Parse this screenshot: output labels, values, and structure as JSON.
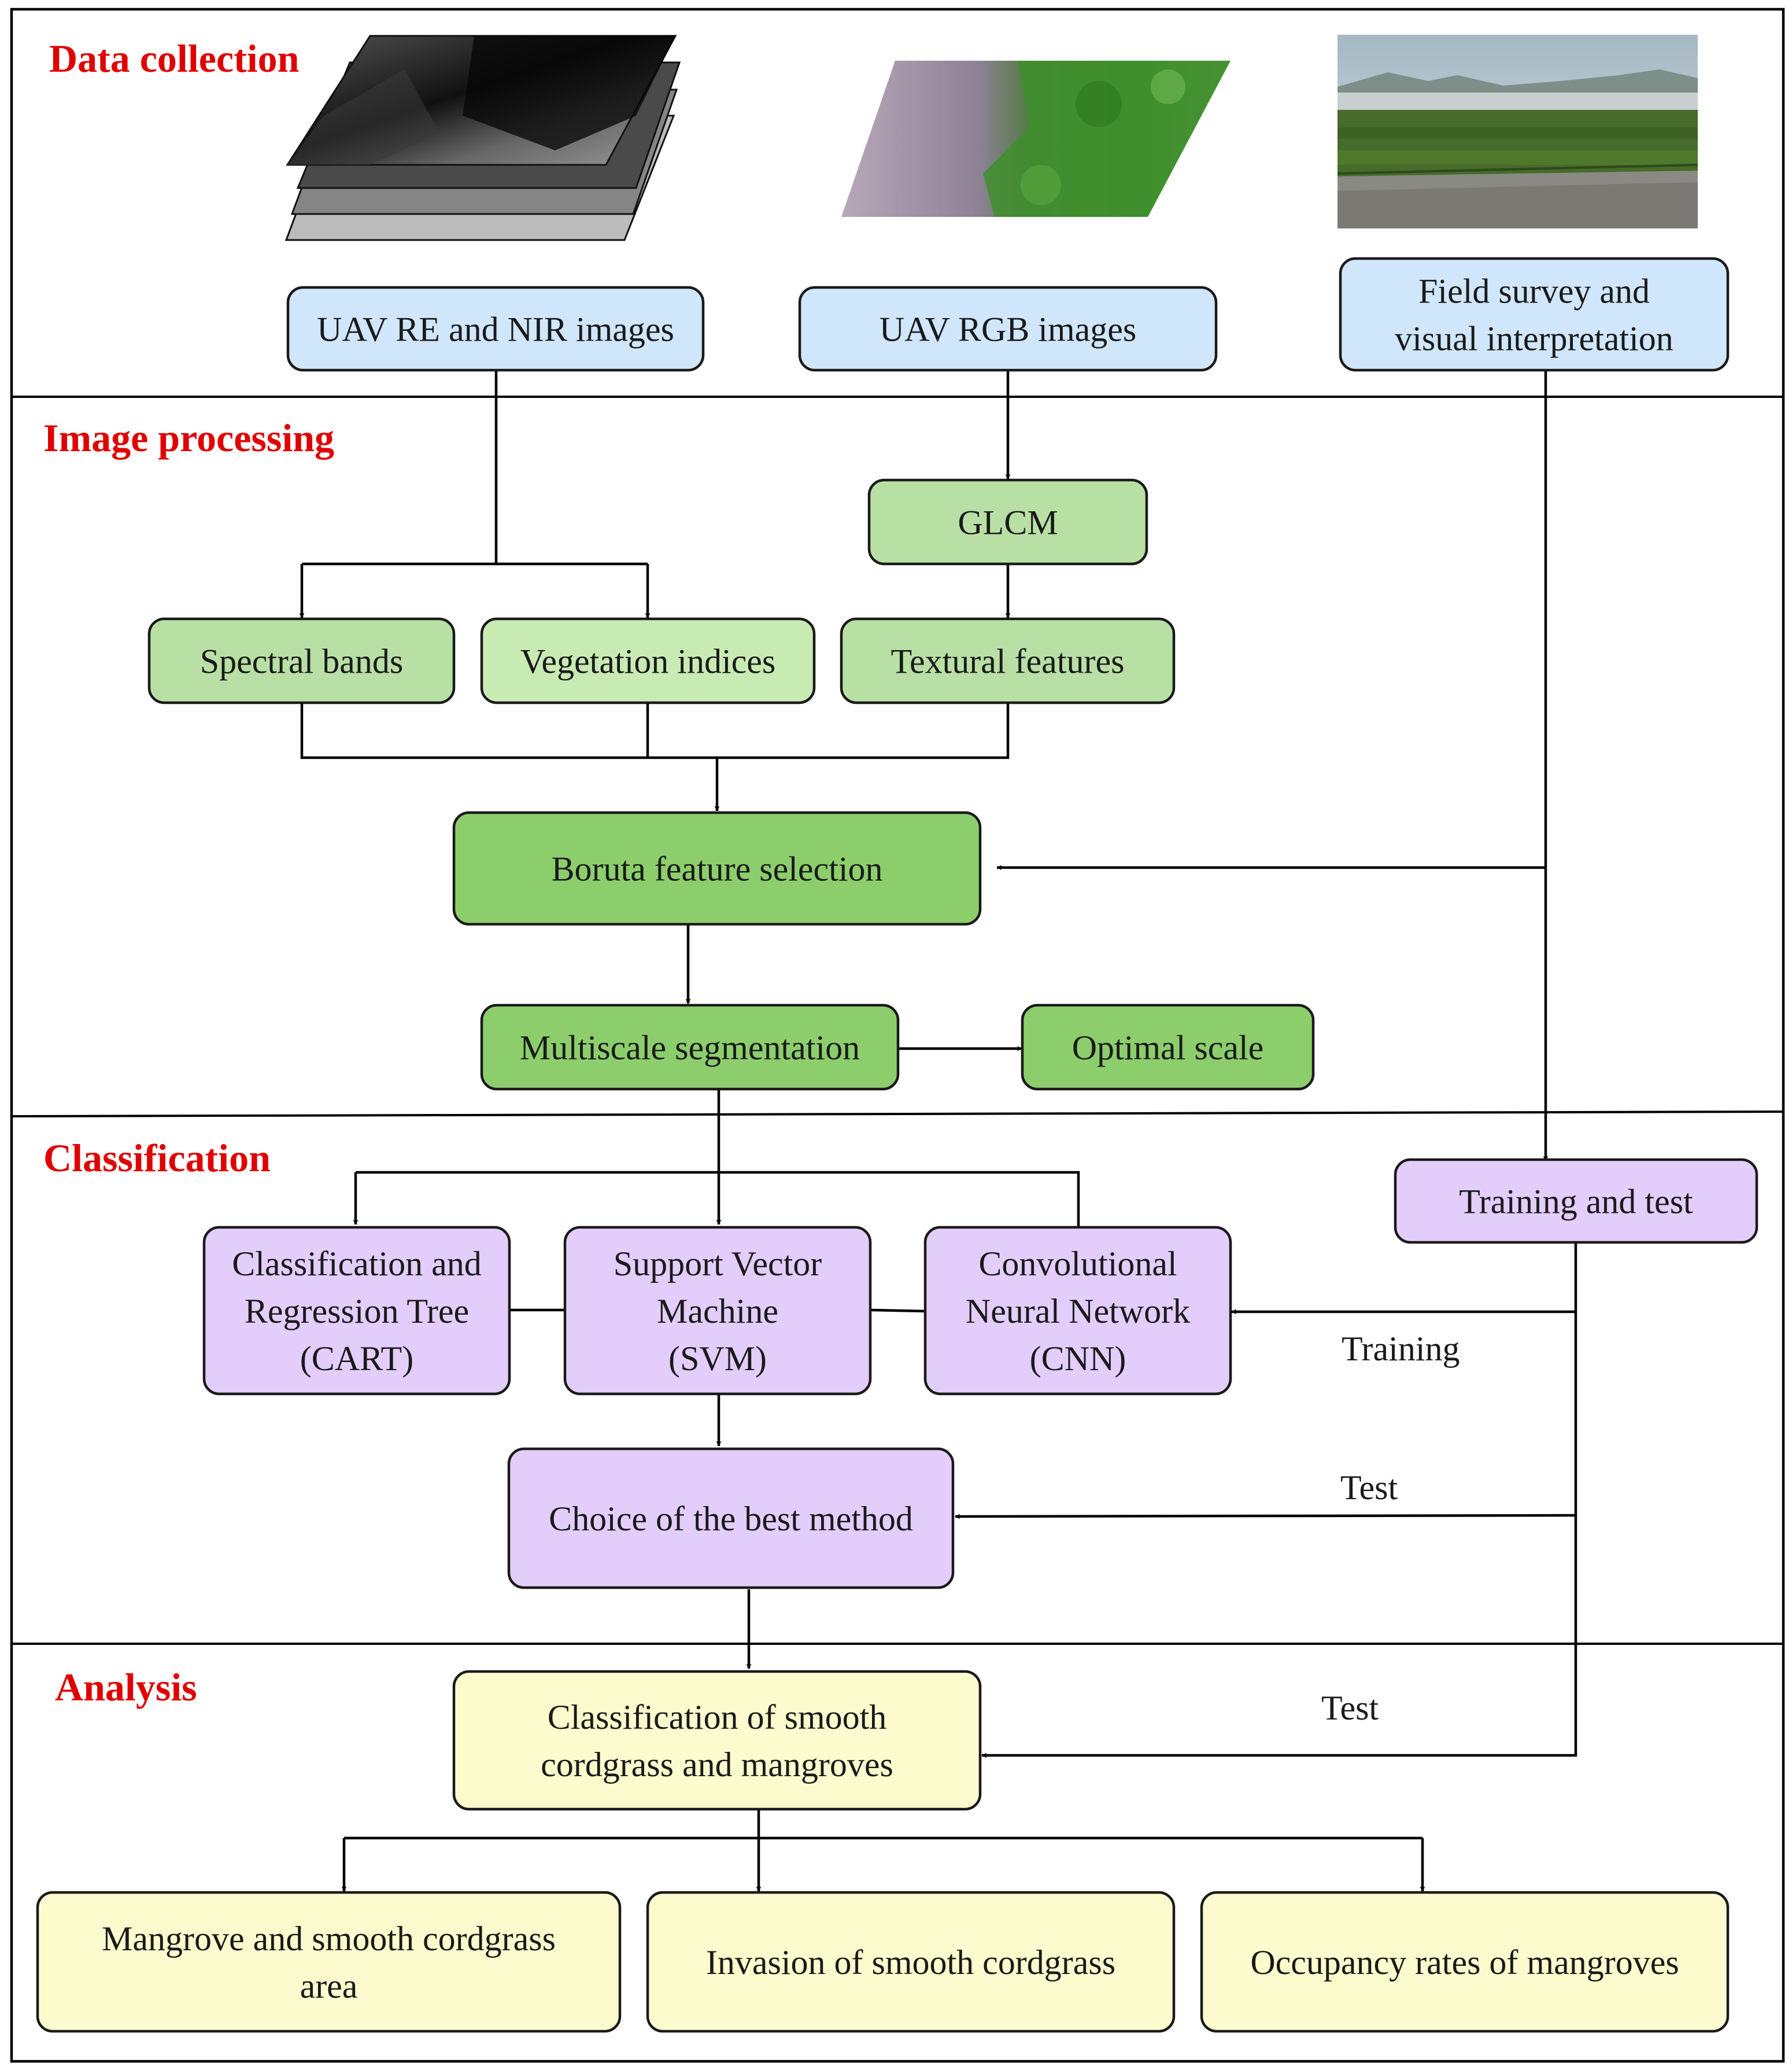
{
  "colors": {
    "section_label": "#e00000",
    "blue": "#cfe6fb",
    "green_light": "#b8e0a4",
    "green_pale": "#c8ebb4",
    "green_mid": "#8cce6c",
    "purple": "#e3cdfb",
    "yellow": "#fcfbcd",
    "stroke": "#1a1a1a"
  },
  "sections": {
    "data_collection": "Data collection",
    "image_processing": "Image processing",
    "classification": "Classification",
    "analysis": "Analysis"
  },
  "nodes": {
    "uav_re_nir": [
      "UAV RE and NIR images"
    ],
    "uav_rgb": [
      "UAV RGB images"
    ],
    "field_survey": [
      "Field survey and",
      "visual interpretation"
    ],
    "glcm": [
      "GLCM"
    ],
    "spectral_bands": [
      "Spectral bands"
    ],
    "vegetation_indices": [
      "Vegetation indices"
    ],
    "textural_features": [
      "Textural features"
    ],
    "boruta": [
      "Boruta feature selection"
    ],
    "multiscale_segmentation": [
      "Multiscale segmentation"
    ],
    "optimal_scale": [
      "Optimal scale"
    ],
    "training_and_test": [
      "Training and test"
    ],
    "cart": [
      "Classification and",
      "Regression Tree",
      "(CART)"
    ],
    "svm": [
      "Support Vector",
      "Machine",
      "(SVM)"
    ],
    "cnn": [
      "Convolutional",
      "Neural Network",
      "(CNN)"
    ],
    "best_method": [
      "Choice of the best method"
    ],
    "classification_result": [
      "Classification of smooth",
      "cordgrass and mangroves"
    ],
    "area": [
      "Mangrove and smooth cordgrass",
      "area"
    ],
    "invasion": [
      "Invasion of smooth cordgrass"
    ],
    "occupancy": [
      "Occupancy rates of mangroves"
    ]
  },
  "edge_labels": {
    "training": "Training",
    "test_1": "Test",
    "test_2": "Test"
  },
  "images": {
    "multispectral_stack": "multispectral-stack-image",
    "rgb_orthomosaic": "rgb-orthomosaic-image",
    "field_photo": "field-photo-image"
  }
}
